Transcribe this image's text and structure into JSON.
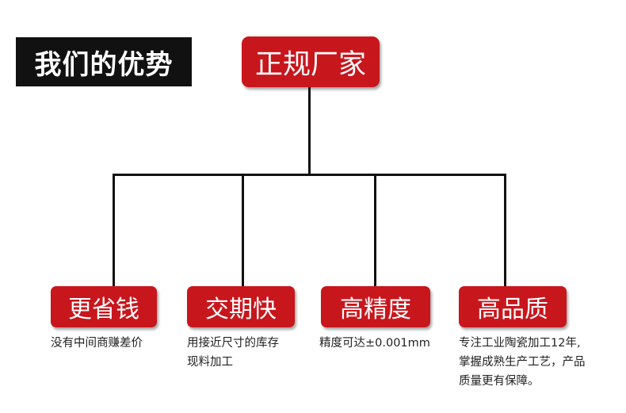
{
  "title": "我们的优势",
  "root": "正规厂家",
  "items": [
    {
      "label": "更省钱",
      "desc": "没有中间商赚差价"
    },
    {
      "label": "交期快",
      "desc": "用接近尺寸的库存\n现料加工"
    },
    {
      "label": "高精度",
      "desc": "精度可达±0.001mm"
    },
    {
      "label": "高品质",
      "desc": "专注工业陶瓷加工12年,\n掌握成熟生产工艺，产品\n质量更有保障。"
    }
  ],
  "colors": {
    "accent": "#c8161d",
    "title_bg": "#111111",
    "line": "#111111"
  }
}
